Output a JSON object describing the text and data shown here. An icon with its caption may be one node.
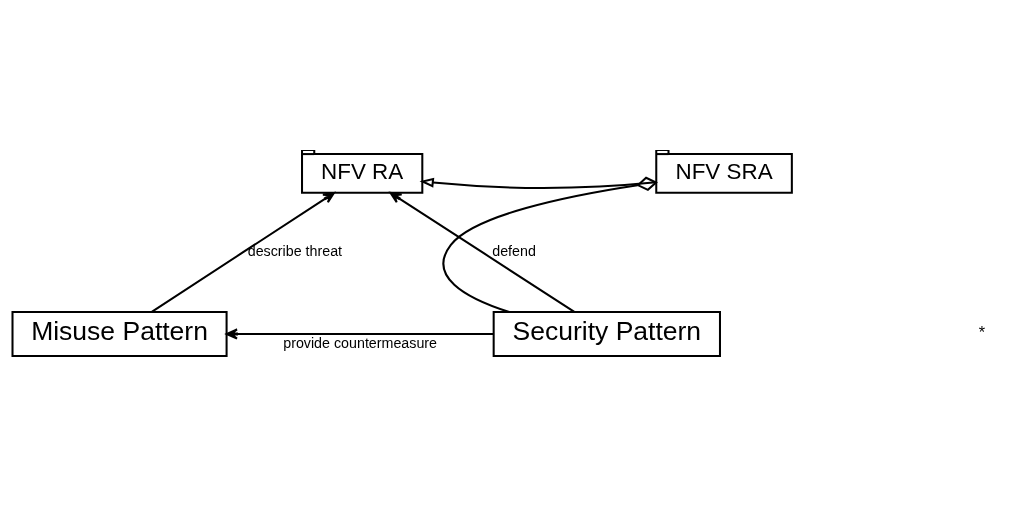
{
  "diagram": {
    "nodes": [
      {
        "text": [
          "NFV RA"
        ]
      },
      {
        "text": [
          "NFV SRA"
        ]
      },
      {
        "text": [
          "Misuse Pattern"
        ]
      },
      {
        "text": [
          "Security Pattern"
        ]
      }
    ],
    "edges": [
      {
        "from": 1,
        "to": 0,
        "arrow": "to"
      },
      {
        "from": 2,
        "to": 0,
        "arrow": "to",
        "label": "describe threat"
      },
      {
        "from": 3,
        "to": 0,
        "arrow": "to",
        "label": "defend"
      },
      {
        "from": 3,
        "to": 2,
        "arrow": "to",
        "label": "provide countermeasure"
      },
      {
        "from": 1,
        "to": 3,
        "arrow": "other"
      }
    ],
    "labels": [
      "*"
    ]
  }
}
